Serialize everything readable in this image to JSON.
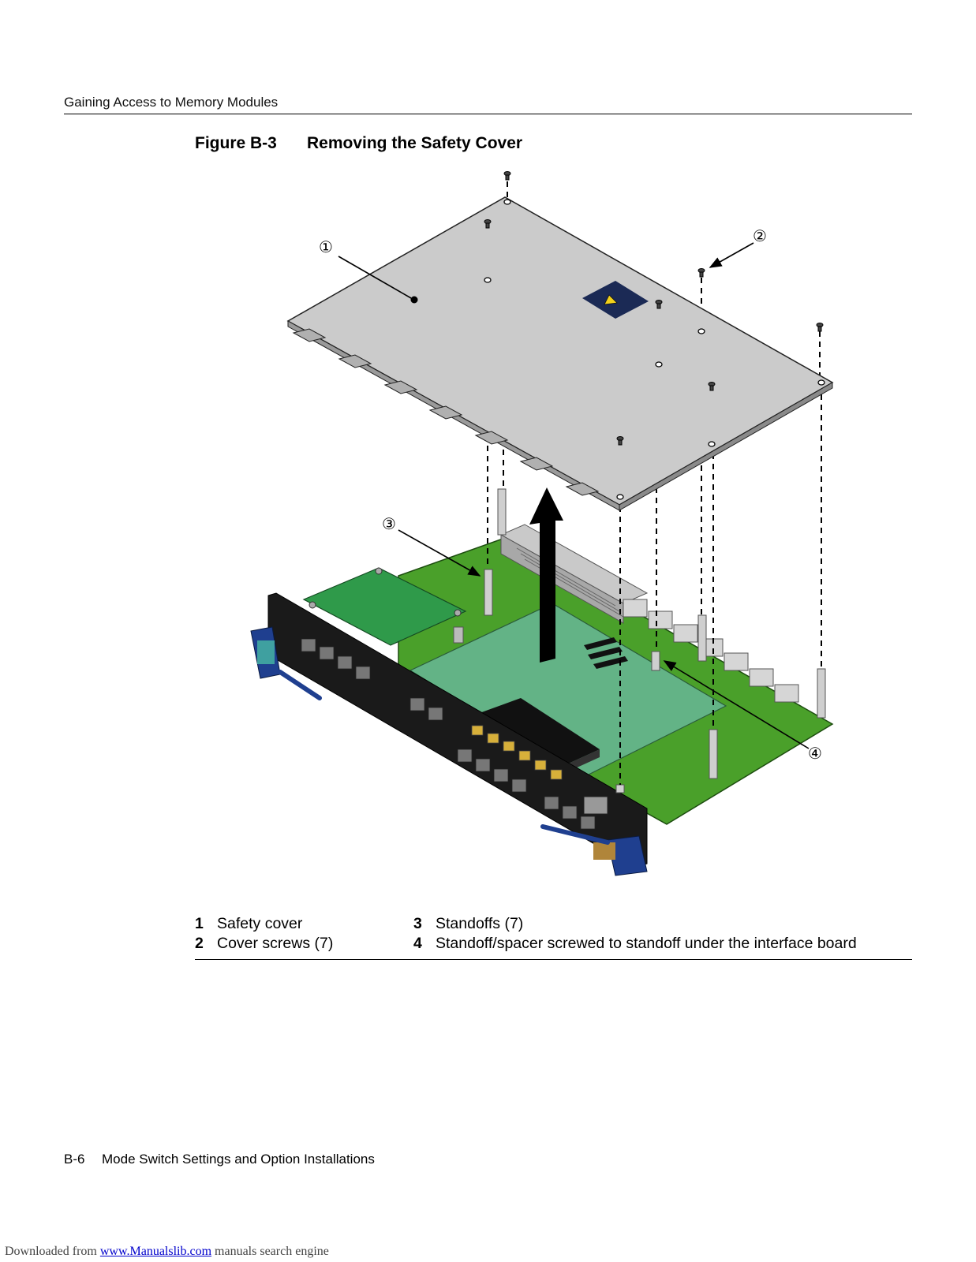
{
  "header": {
    "running_head": "Gaining Access to Memory Modules"
  },
  "figure": {
    "number": "Figure B-3",
    "title": "Removing the Safety Cover",
    "callouts": [
      "①",
      "②",
      "③",
      "④"
    ]
  },
  "legend": {
    "items": [
      {
        "num": "1",
        "text": "Safety cover"
      },
      {
        "num": "2",
        "text": "Cover screws (7)"
      },
      {
        "num": "3",
        "text": "Standoffs (7)"
      },
      {
        "num": "4",
        "text": "Standoff/spacer screwed to standoff under the interface board"
      }
    ]
  },
  "footer": {
    "page_number": "B-6",
    "section": "Mode Switch Settings and Option Installations"
  },
  "download": {
    "prefix": "Downloaded from ",
    "link_text": "www.Manualslib.com",
    "suffix": " manuals search engine"
  }
}
